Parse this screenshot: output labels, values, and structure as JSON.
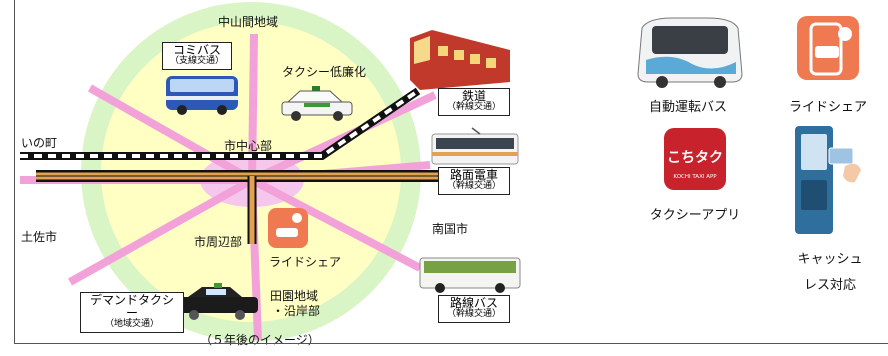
{
  "labels": {
    "nakayamama": "中山間地域",
    "inocho": "いの町",
    "tosa": "土佐市",
    "nankoku": "南国市",
    "center": "市中心部",
    "periphery": "市周辺部",
    "denen": "田園地域",
    "engan": "・沿岸部",
    "taxi_lowcost": "タクシー低廉化",
    "rideshare_map": "ライドシェア",
    "caption": "（５年後のイメージ）"
  },
  "boxes": {
    "community_bus": {
      "main": "コミバス",
      "sub": "（支線交通）"
    },
    "railway": {
      "main": "鉄道",
      "sub": "（幹線交通）"
    },
    "tram": {
      "main": "路面電車",
      "sub": "（幹線交通）"
    },
    "route_bus": {
      "main": "路線バス",
      "sub": "（幹線交通）"
    },
    "demand_taxi": {
      "main": "デマンドタクシー",
      "sub": "（地域交通）"
    }
  },
  "right_panel": {
    "autonomous_bus": "自動運転バス",
    "rideshare": "ライドシェア",
    "taxi_app": "タクシーアプリ",
    "cashless_line1": "キャッシュ",
    "cashless_line2": "レス対応",
    "taxi_app_logo_text": "こちタク",
    "taxi_app_logo_sub": "KOCHI TAXI APP"
  },
  "colors": {
    "outer_zone": "#d9f5c5",
    "inner_zone": "#ffffc4",
    "center_zone": "#f6c7ec",
    "radial_road": "#f2a2d9",
    "railway_track": "#111111",
    "tram_line": "#e3a250",
    "rideshare_accent": "#ef7a52",
    "taxi_app_red": "#c8232c",
    "cashless_blue": "#2f6f9e"
  }
}
